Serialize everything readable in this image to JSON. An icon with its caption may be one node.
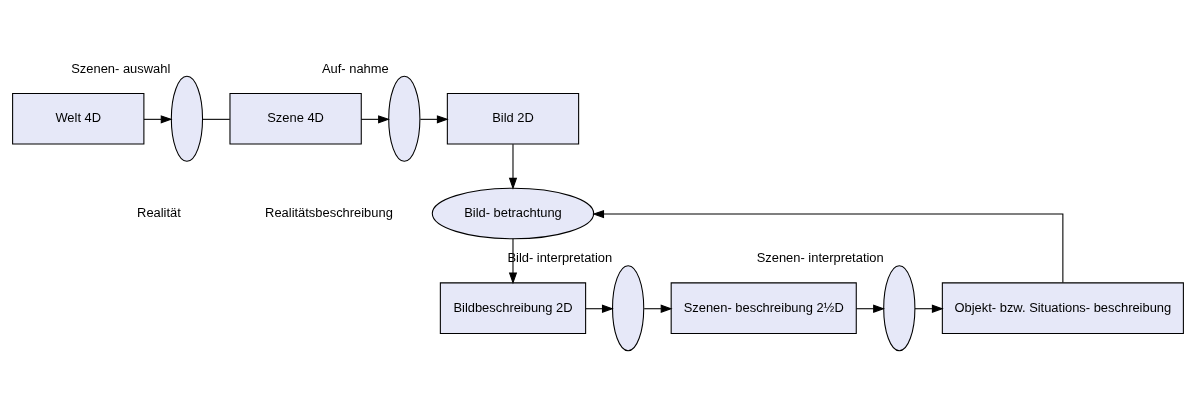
{
  "diagram": {
    "nodes": [
      {
        "text": [
          "Welt 4D"
        ]
      },
      {
        "text": [],
        "shape": "ellipse",
        "beside": [
          "Szenen- auswahl"
        ]
      },
      {
        "text": [
          "Szene 4D"
        ]
      },
      {
        "text": [],
        "shape": "ellipse",
        "beside": [
          "Auf- nahme"
        ]
      },
      {
        "text": [
          "Bild 2D"
        ]
      },
      {
        "text": [
          "Bild- betrachtung"
        ]
      },
      {
        "text": [
          "Bildbeschreibung 2D"
        ]
      },
      {
        "text": [],
        "shape": "ellipse",
        "beside": [
          "Bild- interpretation"
        ]
      },
      {
        "text": [
          "Szenen- beschreibung 2½D"
        ]
      },
      {
        "text": [],
        "shape": "ellipse",
        "beside": [
          "Szenen- interpretation"
        ]
      },
      {
        "text": [
          "Objekt- bzw. Situations- beschreibung"
        ]
      }
    ],
    "edges": [
      {
        "from": 0,
        "to": 1,
        "arrow": "to"
      },
      {
        "from": 1,
        "to": 2,
        "arrow": "none"
      },
      {
        "from": 2,
        "to": 3,
        "arrow": "to"
      },
      {
        "from": 3,
        "to": 4,
        "arrow": "to"
      },
      {
        "from": 4,
        "to": 5,
        "arrow": "to"
      },
      {
        "from": 5,
        "to": 6,
        "arrow": "to"
      },
      {
        "from": 6,
        "to": 7,
        "arrow": "to"
      },
      {
        "from": 7,
        "to": 8,
        "arrow": "to"
      },
      {
        "from": 8,
        "to": 9,
        "arrow": "to"
      },
      {
        "from": 9,
        "to": 10,
        "arrow": "to"
      },
      {
        "from": 10,
        "to": 5,
        "arrow": "to"
      }
    ],
    "labels": [
      "Realität",
      "Realitätsbeschreibung"
    ]
  }
}
